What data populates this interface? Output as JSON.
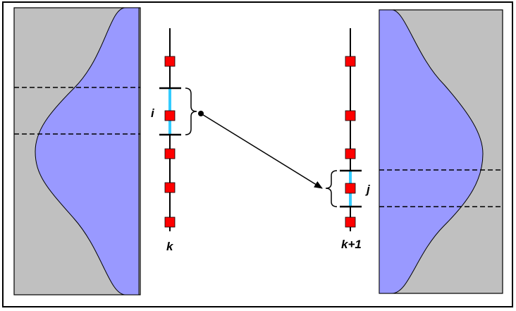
{
  "diagram": {
    "left_column_label": "k",
    "right_column_label": "k+1",
    "left_bracket_label": "i",
    "right_bracket_label": "j",
    "colors": {
      "background_panel": "#c0c0c0",
      "distribution_fill": "#9999ff",
      "node": "#ff0000",
      "highlight_segment": "#33ccff",
      "line": "#000000"
    }
  }
}
